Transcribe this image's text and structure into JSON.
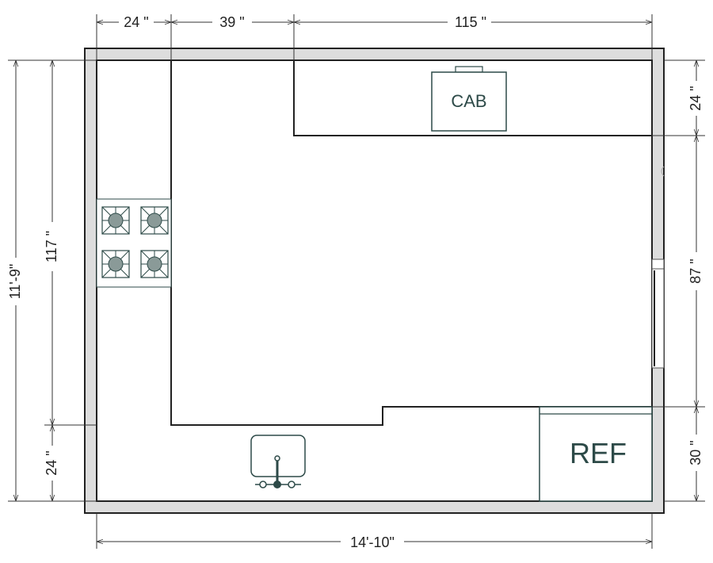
{
  "dimensions": {
    "top_left": "24 \"",
    "top_middle": "39 \"",
    "top_right": "115 \"",
    "bottom_total": "14'-10\"",
    "left_total": "11'-9\"",
    "left_upper": "117 \"",
    "left_lower": "24 \"",
    "right_top": "24 \"",
    "right_middle": "87 \"",
    "right_bottom": "30 \""
  },
  "appliances": {
    "cabinet_label": "CAB",
    "fridge_label": "REF"
  },
  "colors": {
    "wall_fill": "#dddddd",
    "outline": "#222222",
    "fixture": "#2d4a48",
    "burner": "#8a9a98",
    "dimension_line": "#333333"
  }
}
